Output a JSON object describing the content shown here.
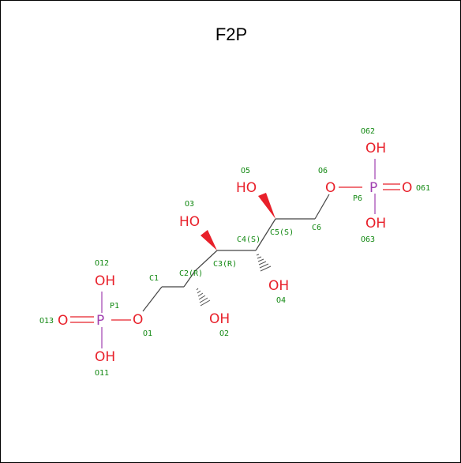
{
  "title": "F2P",
  "colors": {
    "oxygen": "#e8202a",
    "phosphorus": "#a040b0",
    "label": "#118811",
    "bond": "#444444",
    "frame": "#000000"
  },
  "elements": {
    "o3": "HO",
    "o5": "HO",
    "o2": "OH",
    "o4": "OH",
    "o1": "O",
    "o6": "O",
    "p1": "P",
    "p6": "P",
    "o12": "OH",
    "o11": "OH",
    "o13": "O",
    "o62": "OH",
    "o63": "OH",
    "o61": "O"
  },
  "atom_labels": {
    "c1": "C1",
    "c2": "C2(R)",
    "c3": "C3(R)",
    "c4": "C4(S)",
    "c5": "C5(S)",
    "c6": "C6",
    "o1": "O1",
    "o2": "O2",
    "o3": "O3",
    "o4": "O4",
    "o5": "O5",
    "o6": "O6",
    "p1": "P1",
    "o11": "O11",
    "o12": "O12",
    "o13": "O13",
    "p6": "P6",
    "o61": "O61",
    "o62": "O62",
    "o63": "O63"
  }
}
